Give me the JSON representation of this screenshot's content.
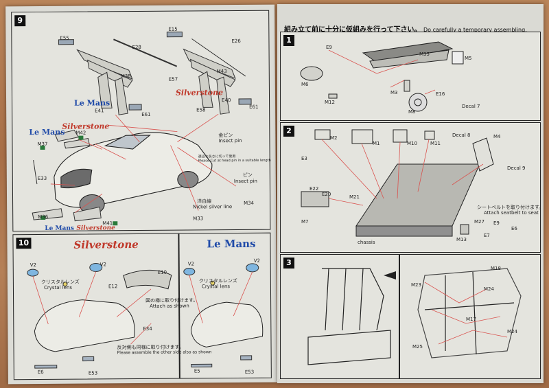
{
  "step9": {
    "num": "9",
    "brand_lemans": "Le Mans",
    "brand_silverstone": "Silverstone",
    "brand_lemans2": "Le Mans",
    "brand_silverstone2": "Silverstone",
    "labels": [
      "E55",
      "E28",
      "M38",
      "E41",
      "E15",
      "E61",
      "E57",
      "E58",
      "E26",
      "M43",
      "E40",
      "E61",
      "M42",
      "M37",
      "E33",
      "M36",
      "M41",
      "M33",
      "M34"
    ],
    "pin_jp": "金ピン",
    "pin_en": "Insect pin",
    "cut_jp": "適当な長さに切って使用",
    "cut_en": "Please Cut at head pin in a suitable length",
    "nickel_jp": "洋白線",
    "nickel_en": "Nickel silver line",
    "pin2_jp": "ピン",
    "pin2_en": "Insect pin"
  },
  "step10": {
    "num": "10",
    "brand_silverstone": "Silverstone",
    "brand_lemans": "Le Mans",
    "lens_jp": "クリスタルレンズ",
    "lens_en": "Crystal lens",
    "v2": "V2",
    "attach_jp": "図の様に取り付けます。",
    "attach_en": "Attach as shown",
    "other_jp": "反対側も同様に取り付けます。",
    "other_en": "Please assemble the other side also as shown",
    "labels": [
      "E12",
      "E10",
      "E34",
      "E6",
      "E53",
      "E5",
      "E53"
    ]
  },
  "step1": {
    "num": "1",
    "title_jp": "組み立て前に十分に仮組みを行って下さい。",
    "title_en": "Do carefully a temporary assembling.",
    "labels": [
      "E9",
      "M35",
      "M5",
      "M6",
      "M12",
      "M3",
      "M8",
      "E16",
      "Decal 7"
    ]
  },
  "step2": {
    "num": "2",
    "labels": [
      "M2",
      "M1",
      "M10",
      "M11",
      "Decal 8",
      "M4",
      "E3",
      "Decal 9",
      "M21",
      "M7",
      "E22",
      "E20",
      "M13",
      "M27",
      "E9",
      "E7",
      "E6"
    ],
    "chassis": "chassis",
    "belt_jp": "シートベルトを取り付けます。",
    "belt_en": "Attach seatbelt to seat"
  },
  "step3": {
    "num": "3",
    "labels": [
      "M18",
      "M23",
      "M24",
      "M17",
      "M25",
      "M24"
    ]
  }
}
